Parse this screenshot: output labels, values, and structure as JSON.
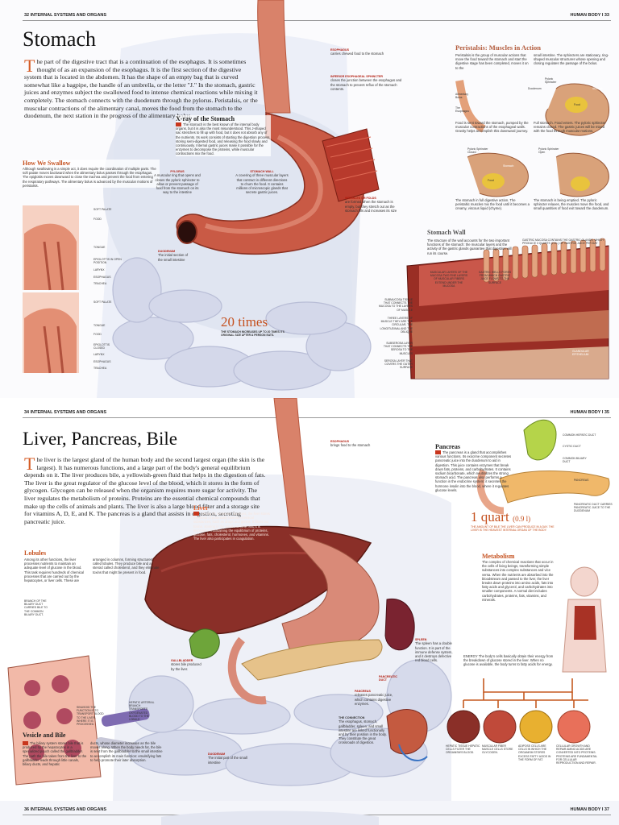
{
  "top": {
    "header_left": "32  INTERNAL SYSTEMS AND ORGANS",
    "header_right": "HUMAN BODY I  33",
    "title": "Stomach",
    "intro": "he part of the digestive tract that is a continuation of the esophagus. It is sometimes thought of as an expansion of the esophagus. It is the first section of the digestive system that is located in the abdomen. It has the shape of an empty bag that is curved somewhat like a bagpipe, the handle of an umbrella, or the letter \"J.\" In the stomach, gastric juices and enzymes subject the swallowed food to intense chemical reactions while mixing it completely. The stomach connects with the duodenum through the pylorus. Peristalsis, or the muscular contractions of the alimentary canal, moves the food from the stomach to the duodenum, the next station in the progress of the alimentary bolus.",
    "intro_drop": "T",
    "swallow": {
      "title": "How We Swallow",
      "text": "Although swallowing is a simple act, it does require the coordination of multiple parts. The soft palate moves backward when the alimentary bolus passes through the esophagus. The epiglottis moves downward to close the trachea and prevent the food from entering the respiratory pathways. The alimentary bolus is advanced by the muscular motions of peristalsis.",
      "labels1": [
        "SOFT PALATE",
        "FOOD",
        "TONGUE",
        "EPIGLOTTIS IN OPEN POSITION",
        "LARYNX",
        "ESOPHAGUS",
        "TRACHEA"
      ],
      "labels2": [
        "SOFT PALATE",
        "TONGUE",
        "FOOD",
        "EPIGLOTTIS CLOSED",
        "LARYNX",
        "ESOPHAGUS",
        "TRACHEA"
      ]
    },
    "xray": {
      "title": "X-ray of the Stomach",
      "text": "The stomach is the best known of the internal body organs, but it is also the most misunderstood. This J-shaped sac stretches to fill up with food, but it does not absorb any of the nutrients. Its work consists of starting the digestion process, storing semi-digested food, and releasing the food slowly and continuously. Internal gastric juices make it possible for the enzymes to decompose the proteins, while muscular contractions mix the food."
    },
    "esophagus": {
      "label": "ESOPHAGUS",
      "text": "carries chewed food to the stomach"
    },
    "sphincter": {
      "label": "INFERIOR ESOPHAGEAL SPHINCTER",
      "text": "closes the junction between the esophagus and the stomach to prevent reflux of the stomach contents."
    },
    "pylorus": {
      "label": "PYLORUS",
      "text": "A muscular ring that opens and closes the pyloric sphincter to allow or prevent passage of food from the stomach on its way to the intestine"
    },
    "stomach_wall_label": {
      "label": "STOMACH WALL",
      "text": "A covering of three muscular layers that contract in different directions to churn the food. It contains millions of microscopic glands that secrete gastric juices."
    },
    "wrinkles": {
      "label": "WRINKLES OR FOLDS",
      "text": "are formed when the stomach is empty, but they stretch out as the stomach fills and increases its size"
    },
    "duodenum": {
      "label": "DUODENUM",
      "text": "The initial section of the small intestine"
    },
    "stat": {
      "value": "20 times",
      "text": "THE STOMACH INCREASES UP TO 20 TIMES ITS ORIGINAL SIZE AFTER A PERSON EATS."
    },
    "peristalsis": {
      "title": "Peristalsis: Muscles in Action",
      "text1": "Peristalsis is the group of muscular actions that move the food toward the stomach and start the digestive stage has been completed, moves it on to the",
      "text2": "small intestine. The sphincters are stationary, ring-shaped muscular structures whose opening and closing regulates the passage of the bolus.",
      "fig_labels": [
        "Alimentary Bolus",
        "The Esophagus",
        "Duodenum",
        "Pyloric Sphincter",
        "Stomach",
        "Food"
      ],
      "cap1": "Food is sent toward the stomach, pumped by the muscular contractions of the esophageal walls. Gravity helps accomplish this downward journey.",
      "cap2": "Full stomach. Food enters. The pyloric sphincter remains closed. The gastric juices will be mixed with the food through muscular motions.",
      "fig_labels2": [
        "Pyloric Sphincter Closed",
        "Stomach",
        "Food",
        "Pyloric Sphincter Open"
      ],
      "cap3": "The stomach in full digestive action. The peristaltic muscles mix the food until it becomes a creamy, viscous liquid (chyme).",
      "cap4": "The stomach is being emptied. The pyloric sphincter relaxes, the muscles move the food, and small quantities of food exit toward the duodenum."
    },
    "wall": {
      "title": "Stomach Wall",
      "text": "The structure of the wall accounts for the two important functions of the stomach: the muscular layers and the activity of the gastric glands guarantee that digestion will run its course.",
      "gastric_mucosa": "GASTRIC MUCOSA contains the gastric glands, which produce 3 quarts (2.8 l) of gastric juice per day",
      "muscular_layers": "MUSCULAR LAYERS OF THE MUCOSA Two fine layers of muscular fibers extend under the mucosa",
      "gastric_wells": "GASTRIC WELLS Pores from which gastric juice flows to the surface",
      "submucosa": "SUBMUCOSA Tissue that connects the mucosa to the layers of muscle",
      "three_layers": "THREE LAYERS OF MUSCLE They are the circular, the longitudinal and the oblique",
      "subserosa": "SUBSEROSA Layer that connects the serosa to the muscles",
      "serosa": "SEROSA Layer that covers the outer surface",
      "glandular": "GLANDULAR EPITHELIUM"
    }
  },
  "bottom": {
    "header_left": "34  INTERNAL SYSTEMS AND ORGANS",
    "header_right": "HUMAN BODY I  35",
    "title": "Liver, Pancreas, Bile",
    "intro": "he liver is the largest gland of the human body and the second largest organ (the skin is the largest). It has numerous functions, and a large part of the body's general equilibrium depends on it. The liver produces bile, a yellowish-green fluid that helps in the digestion of fats. The liver is the great regulator of the glucose level of the blood, which it stores in the form of glycogen. Glycogen can be released when the organism requires more sugar for activity. The liver regulates the metabolism of proteins. Proteins are the essential chemical compounds that make up the cells of animals and plants. The liver is also a large blood filter and a storage site for vitamins A, D, E, and K. The pancreas is a gland that assists in digestion, secreting pancreatic juice.",
    "intro_drop": "T",
    "esophagus": {
      "label": "ESOPHAGUS",
      "text": "brings food to the stomach"
    },
    "liver": {
      "title": "Liver",
      "text": "Among its numerous functions, the liver stores the blood of potentially harmful chemical substances, such as drugs and germs. It filters out toxins, starting in the small intestine, and it is involved in maintaining the equilibrium of proteins, glucose, fats, cholesterol, hormones, and vitamins. The liver also participates in coagulation."
    },
    "lobules": {
      "title": "Lobules",
      "text1": "Among its other functions, the liver processes nutrients to maintain an adequate level of glucose in the blood. This task requires hundreds of chemical processes that are carried out by the hepatocytes, or liver cells. These are",
      "text2": "arranged in columns, forming structures called lobules. They produce bile and a steroid called cholesterol, and they eliminate toxins that might be present in food.",
      "branch": "BRANCH OF THE BILIARY DUCT Carries bile to the common biliary duct.",
      "sinusoid": "SINUSOID The function is to transport blood to the liver, where it is processed.",
      "hepatic": "HEPATIC ARTERIAL BRANCH Transports oxygenated blood to the lobule."
    },
    "gallbladder": {
      "label": "GALLBLADDER",
      "text": "stores bile produced by the liver."
    },
    "pancreas": {
      "title": "Pancreas",
      "text": "The pancreas is a gland that accomplishes various functions. Its exocrine component secretes pancreatic juice into the duodenum to aid in digestion. This juice contains enzymes that break down fats, proteins, and carbohydrates. It contains sodium bicarbonate, which neutralizes the strong stomach acid. The pancreas also performs a function in the endocrine system: it secretes the hormone insulin into the blood, where it regulates glucose levels.",
      "labels": [
        "COMMON HEPATIC DUCT",
        "CYSTIC DUCT",
        "COMMON BILIARY DUCT",
        "PANCREAS",
        "PANCREATIC DUCT carries pancreatic juice to the duodenum"
      ]
    },
    "quart": {
      "value": "1 quart",
      "unit": "(0.9 l)",
      "text": "THE AMOUNT OF BILE THE LIVER CAN PRODUCE IN A DAY. THE LIVER IS THE HEAVIEST INTERNAL ORGAN OF THE BODY."
    },
    "metabolism": {
      "title": "Metabolism",
      "text": "The complex of chemical reactions that occur in the cells of living beings, transforming simple substances into complex substances and vice versa. When the nutrients are absorbed into the bloodstream and passed to the liver, the liver breaks down proteins into amino acids, fats into fatty acids and glycerol, and carbohydrates into smaller components. A normal diet includes carbohydrates, proteins, fats, vitamins, and minerals.",
      "energy": "ENERGY The body's cells basically obtain their energy from the breakdown of glucose stored in the liver. When no glucose is available, the body turns to fatty acids for energy.",
      "cells": [
        "HEPATIC TISSUE Hepatic cells filter the organism's blood.",
        "MUSCULAR FIBER Muscle cells store glycogen.",
        "ADIPOSE CELLS are cells in which the organism stores excess fatty acids in the form of fat.",
        "CELLULAR GROWTH AND REPAIR Amino acids are converted into proteins. Proteins are fundamental for cellular reproduction and repair."
      ]
    },
    "spleen": {
      "label": "SPLEEN",
      "text": "The spleen has a double function. It is part of the immune defense system, and it destroys defective red blood cells."
    },
    "pancreatic_duct": "PANCREATIC DUCT",
    "pancreas_label": {
      "label": "PANCREAS",
      "text": "releases pancreatic juice, which contains digestive enzymes."
    },
    "connection": {
      "title": "THE CONNECTION",
      "text": "The esophagus, stomach, gallbladder, spleen, and small intestine are linked functionally and by their position in the body. They constitute the great crossroads of digestion."
    },
    "duodenum": {
      "label": "DUODENUM",
      "text": "The initial part of the small intestine"
    },
    "vesicle": {
      "title": "Vesicle and Bile",
      "text1": "The biliary system stores bile that is produced by the hepatocytes in a specialized pouch called the gallbladder. The path the bile takes from the liver to the gallbladder leads through little canals, biliary ducts, and hepatic",
      "text2": "ducts, whose diameter increases as the bile moves along. When the body needs fat, the bile is sent from the gallbladder to the small intestine to accomplish its main function: emulsifying fats to help promote their later absorption."
    }
  },
  "third": {
    "header_left": "36  INTERNAL SYSTEMS AND ORGANS",
    "header_right": "HUMAN BODY I  37"
  },
  "colors": {
    "accent": "#c5501e",
    "flesh": "#d9826a",
    "intestine": "#cfd3e6",
    "liver": "#8a2f28",
    "bile": "#d9b020"
  }
}
